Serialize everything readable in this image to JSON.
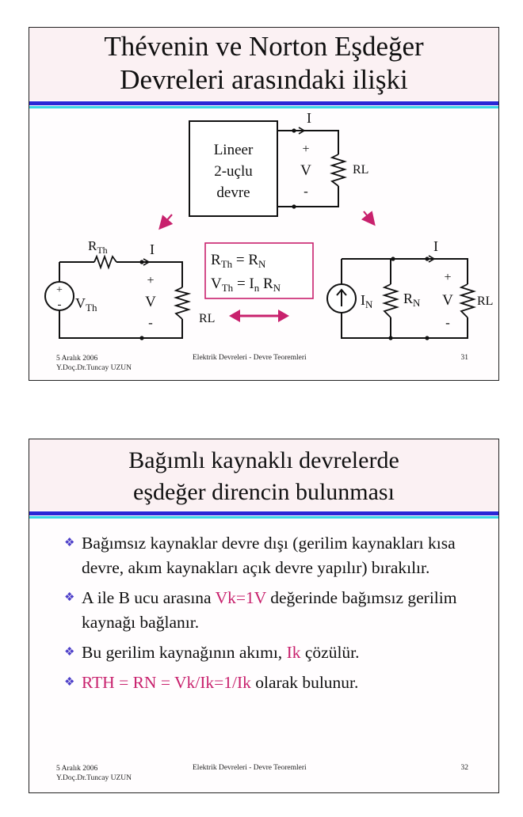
{
  "slide1": {
    "title_line1": "Thévenin ve Norton Eşdeğer",
    "title_line2": "Devreleri arasındaki ilişki",
    "box_line1": "Lineer",
    "box_line2": "2-uçlu",
    "box_line3": "devre",
    "top_current": "I",
    "top_plus": "+",
    "top_voltage": "V",
    "top_minus": "-",
    "top_load": "RL",
    "th_resistor": "RTh",
    "th_current": "I",
    "th_plus": "+",
    "th_voltage": "V",
    "th_minus": "-",
    "th_load": "RL",
    "th_source": "VTh",
    "th_src_plus": "+",
    "th_src_minus": "-",
    "eq1": "RTh = RN",
    "eq2": "VTh = In RN",
    "no_current": "I",
    "no_source": "IN",
    "no_resistor": "RN",
    "no_plus": "+",
    "no_voltage": "V",
    "no_minus": "-",
    "no_load": "RL",
    "footer_date": "5 Aralık 2006",
    "footer_author": "Y.Doç.Dr.Tuncay UZUN",
    "footer_course": "Elektrik Devreleri - Devre Teoremleri",
    "footer_page": "31",
    "colors": {
      "arrow": "#c8216d",
      "box": "#c8216d"
    }
  },
  "slide2": {
    "title_line1": "Bağımlı kaynaklı devrelerde",
    "title_line2": "eşdeğer direncin bulunması",
    "bullet_mark": "❖",
    "b1": "Bağımsız kaynaklar devre dışı (gerilim kaynakları kısa devre, akım kaynakları açık devre yapılır) bırakılır.",
    "b2_pre": "A ile B ucu arasına ",
    "b2_hl": "Vk=1V",
    "b2_post": " değerinde bağımsız gerilim kaynağı bağlanır.",
    "b3_pre": "Bu gerilim kaynağının akımı, ",
    "b3_hl": "Ik",
    "b3_post": " çözülür.",
    "b4_hl": "RTH = RN = Vk/Ik=1/Ik",
    "b4_post": " olarak bulunur.",
    "footer_date": "5 Aralık 2006",
    "footer_author": "Y.Doç.Dr.Tuncay UZUN",
    "footer_course": "Elektrik Devreleri - Devre Teoremleri",
    "footer_page": "32"
  }
}
